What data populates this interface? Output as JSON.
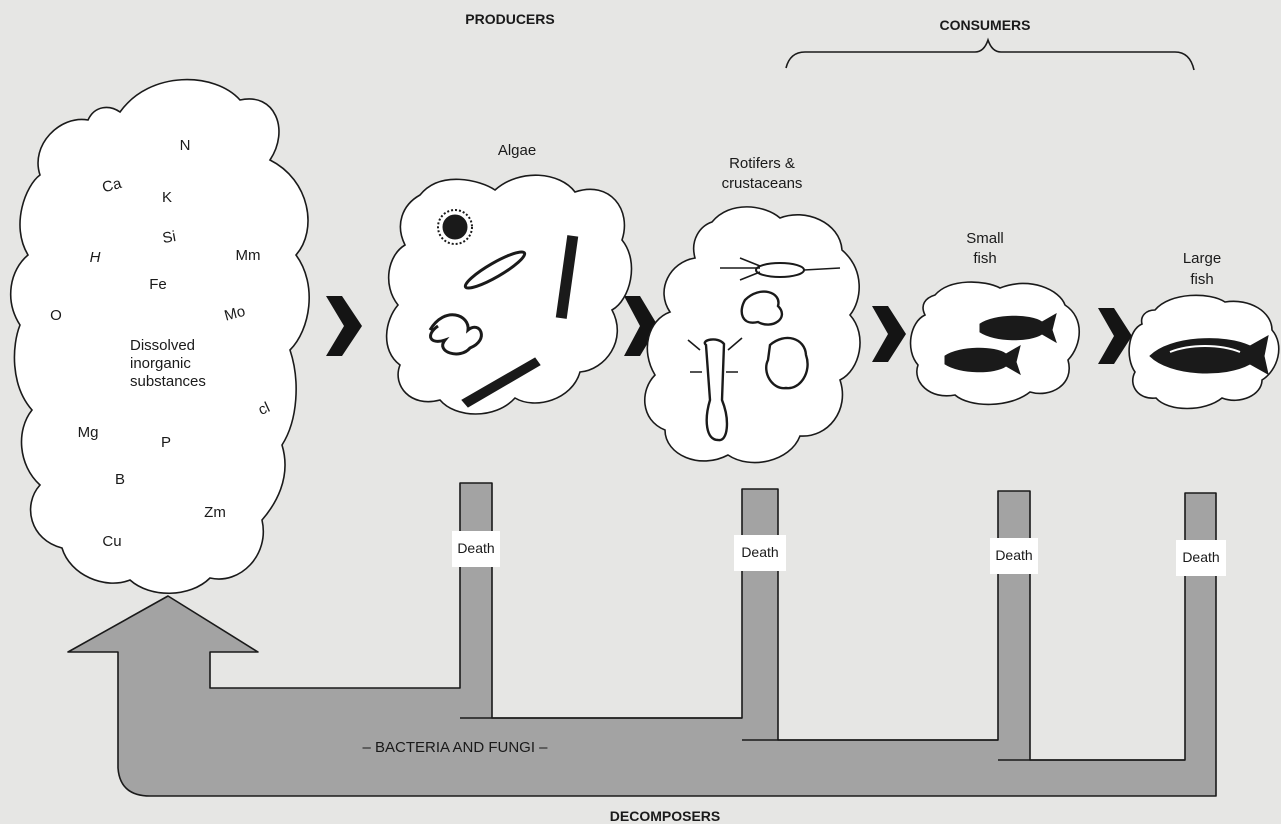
{
  "headers": {
    "producers": "PRODUCERS",
    "consumers": "CONSUMERS",
    "decomposers": "DECOMPOSERS"
  },
  "nutrient_pool": {
    "elements": [
      "N",
      "Ca",
      "K",
      "Si",
      "H",
      "Mm",
      "Fe",
      "Mo",
      "O",
      "cl",
      "Mg",
      "P",
      "B",
      "Zm",
      "Cu"
    ],
    "caption": [
      "Dissolved",
      "inorganic",
      "substances"
    ]
  },
  "organisms": {
    "algae": "Algae",
    "rotifers": [
      "Rotifers &",
      "crustaceans"
    ],
    "small_fish": [
      "Small",
      "fish"
    ],
    "large_fish": [
      "Large",
      "fish"
    ]
  },
  "death_label": "Death",
  "decomposer_label": "– BACTERIA AND FUNGI –",
  "colors": {
    "background": "#e6e6e4",
    "flow": "#a3a3a3",
    "ink": "#1a1a1a",
    "blob": "#ffffff"
  }
}
